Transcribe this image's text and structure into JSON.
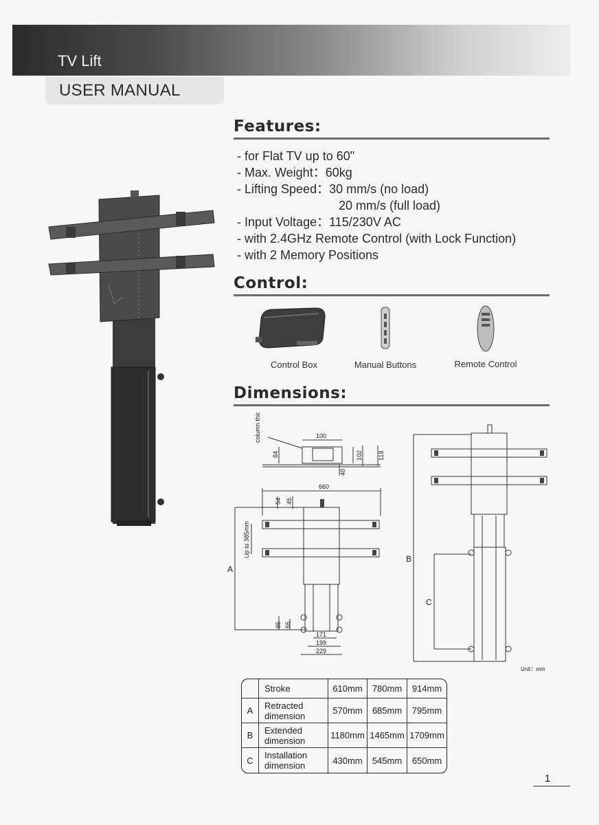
{
  "header": {
    "product": "TV Lift",
    "doc_type": "USER MANUAL"
  },
  "features": {
    "title": "Features:",
    "items": [
      "- for Flat TV up to 60\"",
      "- Max. Weight：60kg",
      "- Lifting Speed：30 mm/s (no load)",
      "20 mm/s (full load)",
      "- Input Voltage：115/230V AC",
      "- with 2.4GHz Remote Control (with Lock Function)",
      "- with 2 Memory Positions"
    ]
  },
  "control": {
    "title": "Control:",
    "items": [
      {
        "label": "Control Box",
        "icon": "control-box-icon"
      },
      {
        "label": "Manual Buttons",
        "icon": "manual-buttons-icon"
      },
      {
        "label": "Remote Control",
        "icon": "remote-control-icon"
      }
    ]
  },
  "dimensions": {
    "title": "Dimensions:",
    "top_view": {
      "column_thickness": "column thickness",
      "w100": "100",
      "h84": "84",
      "h102": "102",
      "h118": "118",
      "h40": "40"
    },
    "front_view": {
      "w660": "660",
      "h54": "54",
      "h45": "45",
      "travel": "Up to 385mm",
      "a": "A",
      "h85": "85",
      "h65": "65",
      "w171": "171",
      "w199": "199",
      "w229": "229"
    },
    "side_view": {
      "b": "B",
      "c": "C"
    },
    "unit": "Unit：mm"
  },
  "spec_table": {
    "header": [
      "Stroke",
      "610mm",
      "780mm",
      "914mm"
    ],
    "rows": [
      {
        "key": "A",
        "label": [
          "Retracted",
          "dimension"
        ],
        "values": [
          "570mm",
          "685mm",
          "795mm"
        ]
      },
      {
        "key": "B",
        "label": [
          "Extended",
          "dimension"
        ],
        "values": [
          "1180mm",
          "1465mm",
          "1709mm"
        ]
      },
      {
        "key": "C",
        "label": [
          "Installation",
          "dimension"
        ],
        "values": [
          "430mm",
          "545mm",
          "650mm"
        ]
      }
    ]
  },
  "page_number": "1"
}
